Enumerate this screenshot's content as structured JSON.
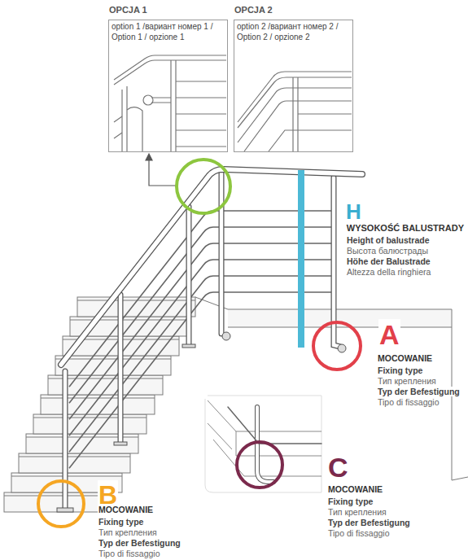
{
  "diagram": {
    "nodes": [
      {
        "text": [
          "OPCJA 1",
          "option 1 /вариант номер 1 / Option 1 / opzione 1"
        ]
      },
      {
        "text": [
          "OPCJA 2",
          "option 2 /вариант номер 2 / Option 2 / opzione 2"
        ]
      }
    ],
    "labels": [
      "H",
      "WYSOKOŚĆ BALUSTRADY",
      "Height of balustrade",
      "Высота балюстрады",
      "Höhe der Balustrade",
      "Altezza della ringhiera",
      "A",
      "MOCOWANIE",
      "Fixing type",
      "Тип крепления",
      "Typ der Befestigung",
      "Tipo di fissaggio",
      "B",
      "MOCOWANIE",
      "Fixing type",
      "Тип крепления",
      "Typ der Befestigung",
      "Tipo di fissaggio",
      "C",
      "MOCOWANIE",
      "Fixing type",
      "Тип крепления",
      "Typ der Befestigung",
      "Tipo di fissaggio"
    ]
  }
}
